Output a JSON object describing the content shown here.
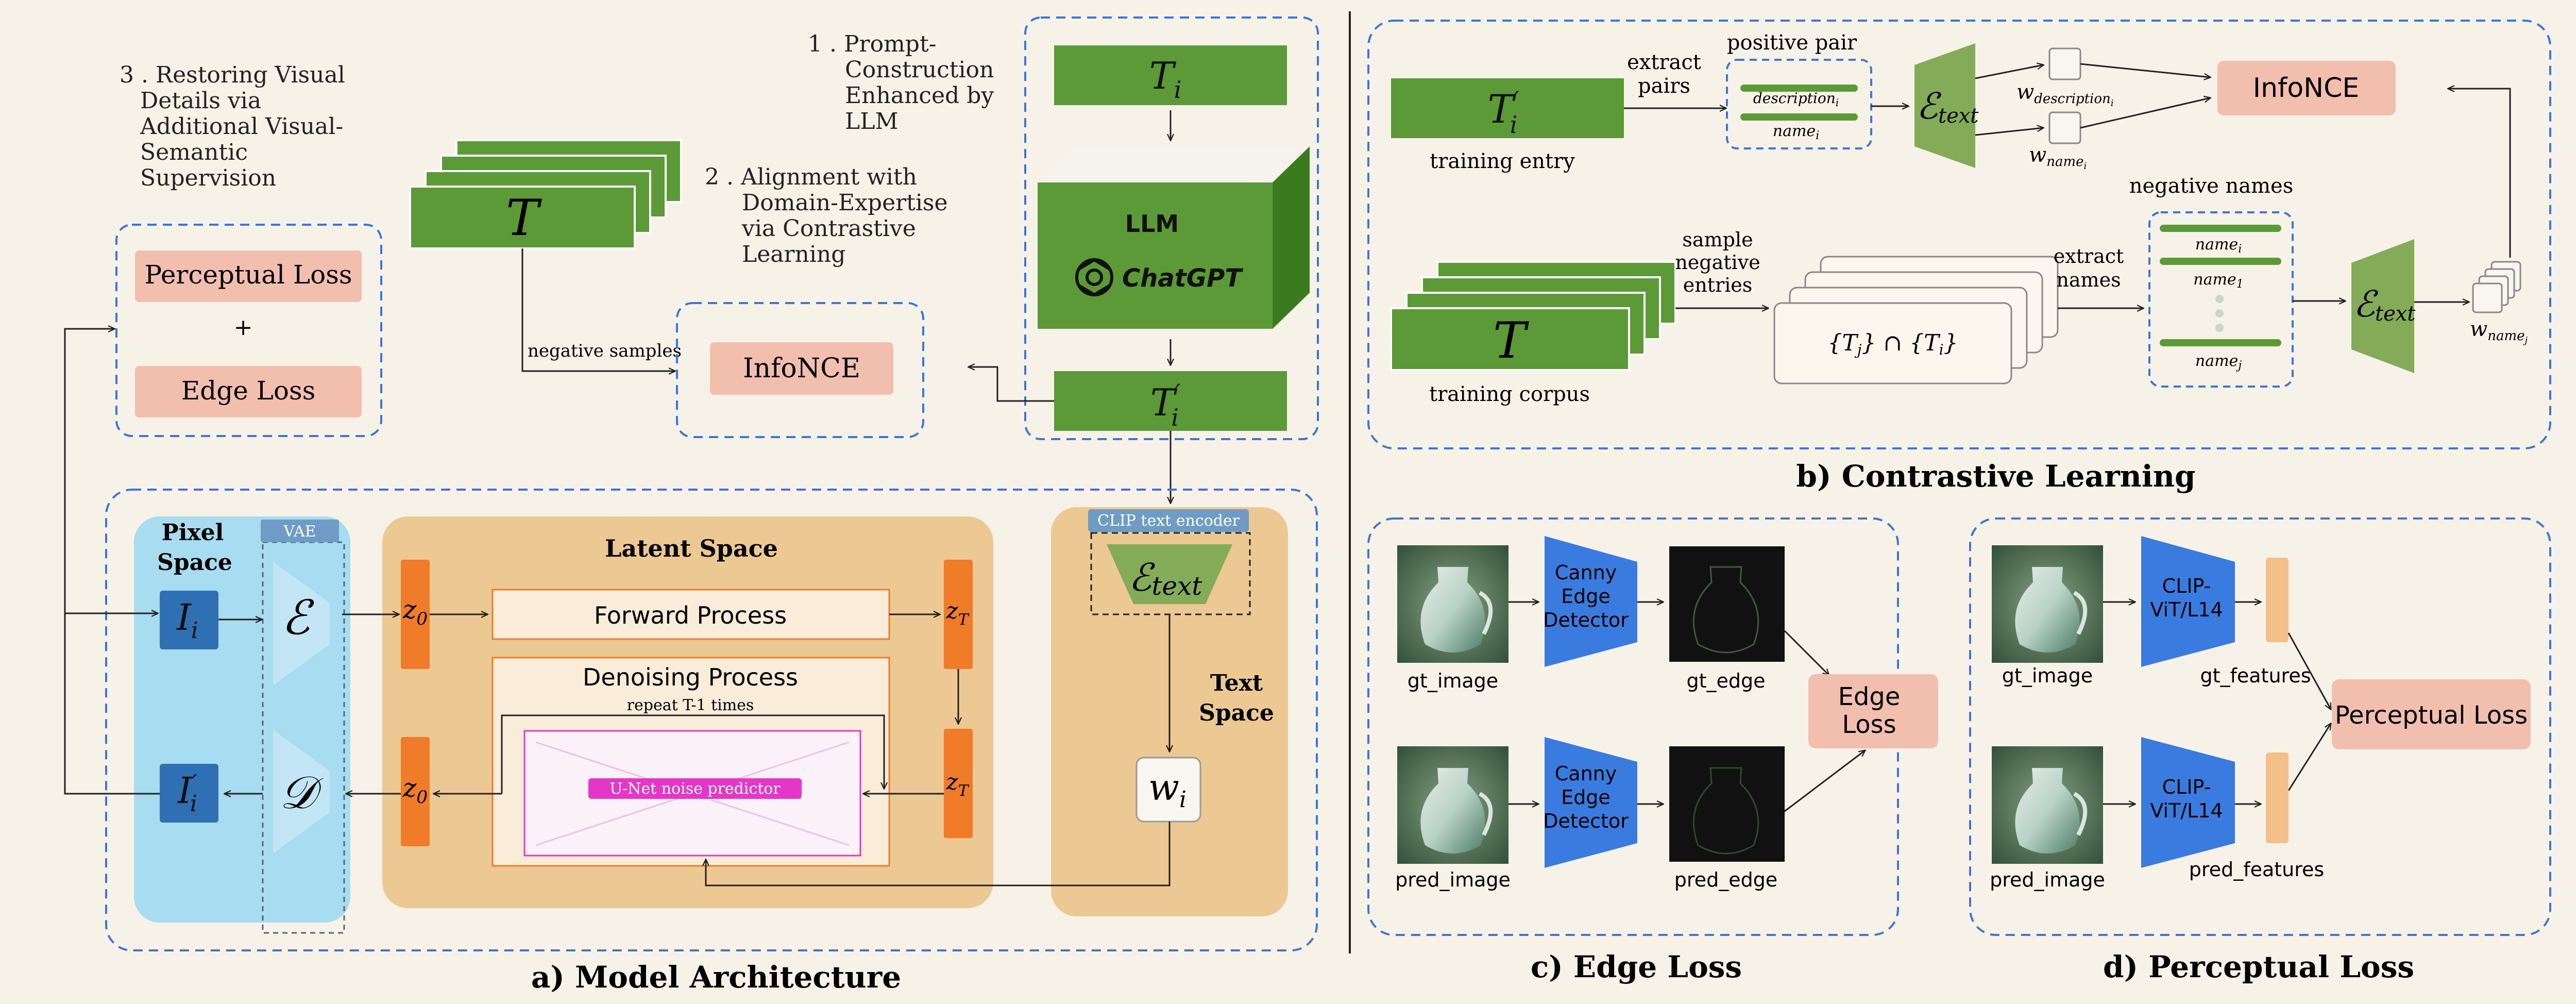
{
  "panels": {
    "a_title": "a) Model Architecture",
    "b_title": "b) Contrastive Learning",
    "c_title": "c) Edge Loss",
    "d_title": "d) Perceptual Loss"
  },
  "steps": {
    "s1": [
      "1 . Prompt-",
      "Construction",
      "Enhanced by",
      "LLM"
    ],
    "s2": [
      "2 . Alignment with",
      "Domain-Expertise",
      "via Contrastive",
      "Learning"
    ],
    "s3": [
      "3 . Restoring Visual",
      "Details via",
      "Additional Visual-",
      "Semantic",
      "Supervision"
    ]
  },
  "model_arch": {
    "perceptual_loss": "Perceptual Loss",
    "plus": "+",
    "edge_loss": "Edge Loss",
    "corpus_symbol": "T",
    "negative_samples": "negative samples",
    "infonce": "InfoNCE",
    "ti": "T",
    "ti_sub": "i",
    "llm_label": "LLM",
    "chatgpt_label": "ChatGPT",
    "ti_prime": "T",
    "ti_prime_sub": "i",
    "pixel_space": [
      "Pixel",
      "Space"
    ],
    "vae": "VAE",
    "enc_symbol": "ℰ",
    "dec_symbol": "𝒟",
    "img_in": "I",
    "img_in_sub": "i",
    "img_out": "I",
    "img_out_sub": "i",
    "latent_space": "Latent Space",
    "z0": "z",
    "z0_sub": "0",
    "zt": "z",
    "zt_sub": "T",
    "forward_process": "Forward Process",
    "denoising_process": "Denoising Process",
    "repeat": "repeat T-1 times",
    "unet": "U-Net noise predictor",
    "clip_text_encoder": "CLIP text encoder",
    "etext": "ℰ",
    "etext_sub": "text",
    "text_space": [
      "Text",
      "Space"
    ],
    "wi": "w",
    "wi_sub": "i"
  },
  "contrastive": {
    "ti_prime": "T",
    "ti_prime_sub": "i",
    "training_entry": "training entry",
    "extract_pairs": [
      "extract",
      "pairs"
    ],
    "positive_pair": "positive pair",
    "description": "description",
    "description_sub": "i",
    "name": "name",
    "name_sub": "i",
    "etext": "ℰ",
    "etext_sub": "text",
    "w_desc": "w",
    "w_desc_sub": "description",
    "w_name": "w",
    "w_name_sub": "name",
    "infonce": "InfoNCE",
    "corpus_symbol": "T",
    "training_corpus": "training corpus",
    "sample_negative": [
      "sample",
      "negative",
      "entries"
    ],
    "set_expr": "{T",
    "set_expr_j": "j",
    "set_expr_mid": "} ∩ {T",
    "set_expr_i": "i",
    "set_expr_end": "}",
    "extract_names": [
      "extract",
      "names"
    ],
    "negative_names": "negative names",
    "neg_name_i": "name",
    "neg_name_i_sub": "i",
    "neg_name_1": "name",
    "neg_name_1_sub": "1",
    "neg_name_j": "name",
    "neg_name_j_sub": "j",
    "w_name_j": "w",
    "w_name_j_sub": "name"
  },
  "edge_loss": {
    "gt_image": "gt_image",
    "pred_image": "pred_image",
    "detector": [
      "Canny",
      "Edge",
      "Detector"
    ],
    "gt_edge": "gt_edge",
    "pred_edge": "pred_edge",
    "edge_loss": [
      "Edge",
      "Loss"
    ]
  },
  "perceptual_loss": {
    "gt_image": "gt_image",
    "pred_image": "pred_image",
    "clip": [
      "CLIP-",
      "ViT/L14"
    ],
    "gt_features": "gt_features",
    "pred_features": "pred_features",
    "perceptual_loss": "Perceptual Loss"
  },
  "colors": {
    "green": "#5b9a37",
    "pink": "#f2bfae",
    "blue": "#2f6fb4",
    "orange": "#f07b28",
    "latent_bg": "#ecc893",
    "pixel_bg": "#a8dcf0",
    "dash": "#3a76d8",
    "magenta": "#e636c8",
    "clip_blue": "#3a7be0",
    "feature": "#f2c088"
  }
}
